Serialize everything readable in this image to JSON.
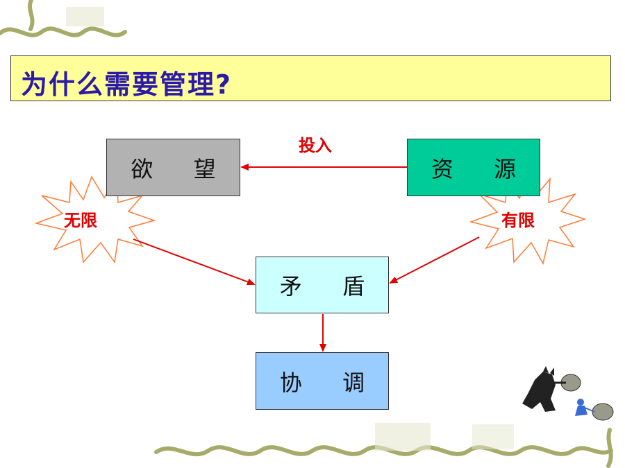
{
  "title": "为什么需要管理?",
  "boxes": {
    "desire": "欲 望",
    "resource": "资 源",
    "conflict": "矛 盾",
    "coordination": "协 调"
  },
  "labels": {
    "input": "投入",
    "unlimited": "无限",
    "limited": "有限"
  },
  "colors": {
    "title_bg": "#ffff99",
    "title_text": "#2b1aa8",
    "desire_box": "#b2b2b2",
    "resource_box": "#00cc99",
    "conflict_box": "#ccffff",
    "coordination_box": "#99ccff",
    "arrow": "#e00000",
    "burst_stroke": "#ff6600",
    "vine": "#a7ab6a"
  },
  "icons": [
    "vine-decoration-icon",
    "burst-icon",
    "cat-and-mouse-clipart-icon"
  ]
}
